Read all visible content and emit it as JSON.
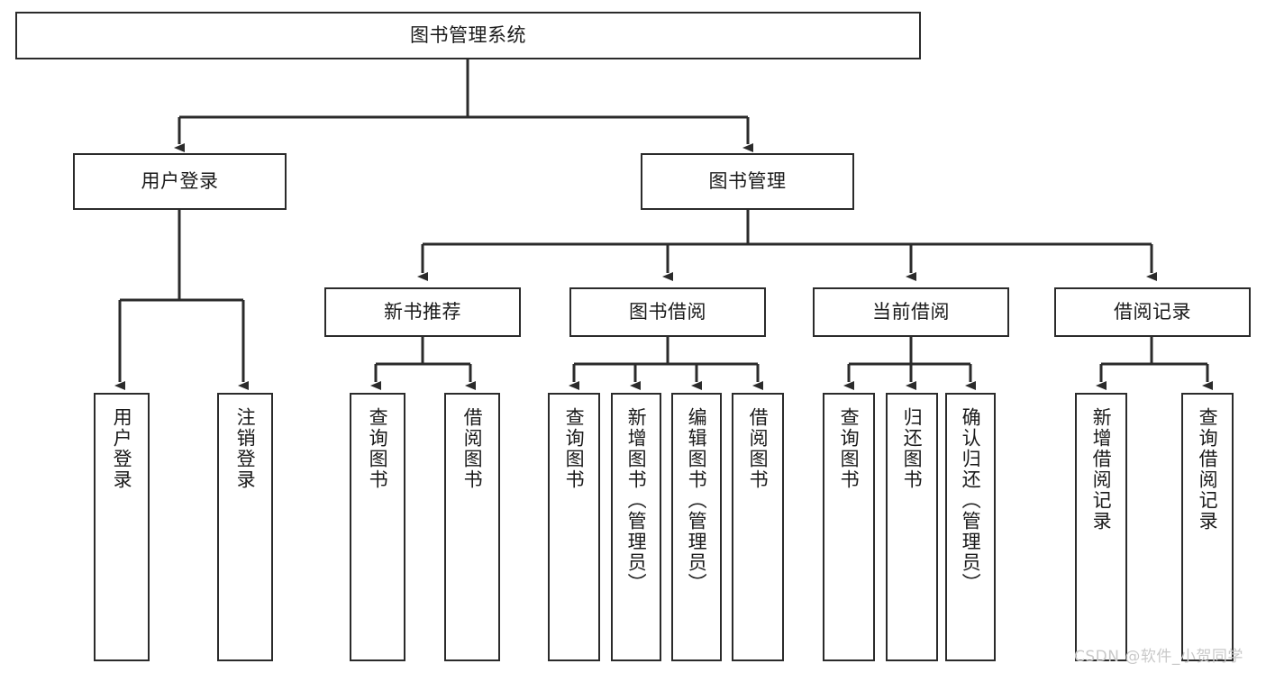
{
  "diagram": {
    "title": "图书管理系统",
    "type": "tree-hierarchy",
    "stroke_color": "#2b2b2b",
    "background_color": "#ffffff",
    "text_color": "#1a1a1a"
  },
  "nodes": {
    "root": {
      "label": "图书管理系统"
    },
    "level1": [
      {
        "label": "用户登录"
      },
      {
        "label": "图书管理"
      }
    ],
    "level2": [
      {
        "label": "新书推荐"
      },
      {
        "label": "图书借阅"
      },
      {
        "label": "当前借阅"
      },
      {
        "label": "借阅记录"
      }
    ],
    "leaves": {
      "user_login": [
        {
          "label": "用户登录"
        },
        {
          "label": "注销登录"
        }
      ],
      "new_book_recommend": [
        {
          "label": "查询图书"
        },
        {
          "label": "借阅图书"
        }
      ],
      "book_borrow": [
        {
          "label": "查询图书"
        },
        {
          "label": "新增图书（管理员）"
        },
        {
          "label": "编辑图书（管理员）"
        },
        {
          "label": "借阅图书"
        }
      ],
      "current_borrow": [
        {
          "label": "查询图书"
        },
        {
          "label": "归还图书"
        },
        {
          "label": "确认归还（管理员）"
        }
      ],
      "borrow_record": [
        {
          "label": "新增借阅记录"
        },
        {
          "label": "查询借阅记录"
        }
      ]
    }
  },
  "watermark": {
    "text": "CSDN @软件_小贺同学",
    "color": "#c9c9c9"
  }
}
